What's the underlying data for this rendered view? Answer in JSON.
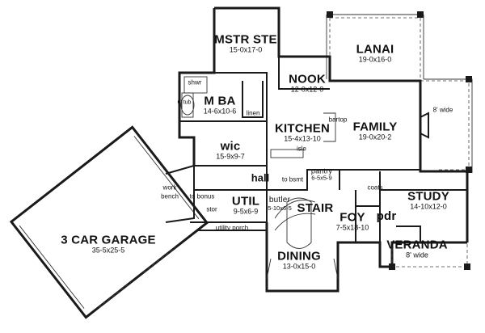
{
  "rooms": {
    "mstr_ste": {
      "name": "MSTR STE",
      "dims": "15-0x17-0"
    },
    "lanai": {
      "name": "LANAI",
      "dims": "19-0x16-0"
    },
    "nook": {
      "name": "NOOK",
      "dims": "12-0x12-0"
    },
    "m_ba": {
      "name": "M BA",
      "dims": "14-6x10-6"
    },
    "kitchen": {
      "name": "KITCHEN",
      "dims": "15-4x13-10"
    },
    "family": {
      "name": "FAMILY",
      "dims": "19-0x20-2"
    },
    "wic": {
      "name": "wic",
      "dims": "15-9x9-7"
    },
    "util": {
      "name": "UTIL",
      "dims": "9-5x6-9"
    },
    "stair": {
      "name": "STAIR"
    },
    "foy": {
      "name": "FOY",
      "dims": "7-5x18-10"
    },
    "study": {
      "name": "STUDY",
      "dims": "14-10x12-0"
    },
    "pantry": {
      "name": "pantry",
      "dims": "6-5x5-9"
    },
    "butler": {
      "name": "butler",
      "dims": "5-10x6-5"
    },
    "garage": {
      "name": "3 CAR GARAGE",
      "dims": "35-5x25-5"
    },
    "dining": {
      "name": "DINING",
      "dims": "13-0x15-0"
    },
    "veranda": {
      "name": "VERANDA",
      "dims": "8' wide"
    },
    "pdr": {
      "name": "pdr"
    }
  },
  "labels": {
    "shwr": "shwr",
    "tub": "6' tub",
    "linen": "linen",
    "isle": "isle",
    "bartop": "bartop",
    "wide_8": "8' wide",
    "hall": "hall",
    "to_bsmt": "to bsmt",
    "coats": "coats",
    "work": "work",
    "bench": "bench",
    "to_bonus": "to bonus",
    "stor": "stor",
    "utility_porch": "utility porch"
  }
}
